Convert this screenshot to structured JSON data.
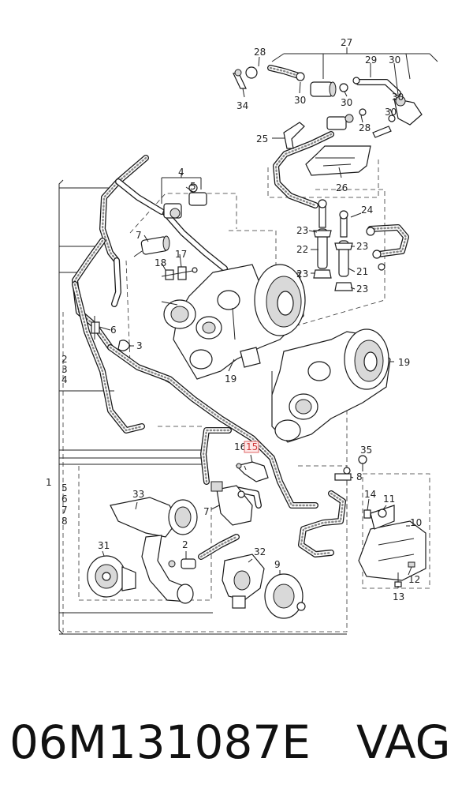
{
  "diagram": {
    "caption": {
      "part_number": "06M131087E",
      "brand": "VAG"
    },
    "highlighted_callout": "15",
    "callouts": {
      "c1": "1",
      "c2": "2",
      "c2b": "2",
      "c3": "3",
      "c3b": "3",
      "c4": "4",
      "c4b": "4",
      "c5": "5",
      "c5b": "5",
      "c6": "6",
      "c6b": "6",
      "c7": "7",
      "c7b": "7",
      "c7c": "7",
      "c8": "8",
      "c8b": "8",
      "c9": "9",
      "c10": "10",
      "c11": "11",
      "c12": "12",
      "c13": "13",
      "c14": "14",
      "c15": "15",
      "c16": "16",
      "c17": "17",
      "c18": "18",
      "c19": "19",
      "c19b": "19",
      "c21": "21",
      "c22": "22",
      "c23a": "23",
      "c23b": "23",
      "c23c": "23",
      "c23d": "23",
      "c24": "24",
      "c25": "25",
      "c26": "26",
      "c27": "27",
      "c28a": "28",
      "c28b": "28",
      "c29": "29",
      "c30a": "30",
      "c30b": "30",
      "c30c": "30",
      "c30d": "30",
      "c30e": "30",
      "c31": "31",
      "c32": "32",
      "c33": "33",
      "c34": "34",
      "c35": "35"
    }
  }
}
